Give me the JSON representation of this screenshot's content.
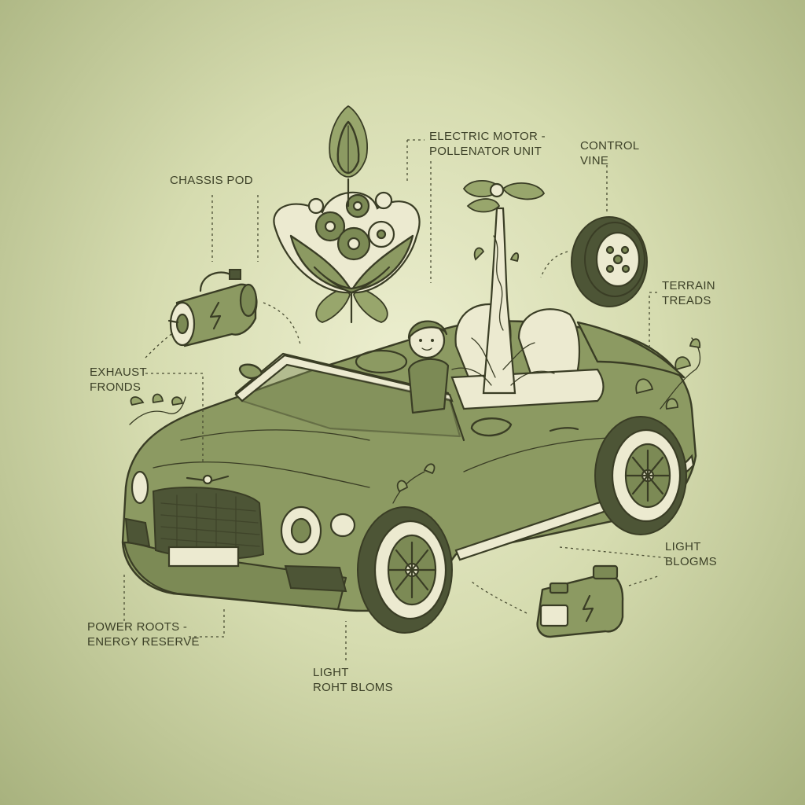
{
  "labels": {
    "chassis_pod": "CHASSIS POD",
    "electric_motor_line1": "ELECTRIC MOTOR -",
    "electric_motor_line2": "POLLENATOR UNIT",
    "control_vine_line1": "CONTROL",
    "control_vine_line2": "VINE",
    "terrain_treads_line1": "TERRAIN",
    "terrain_treads_line2": "TREADS",
    "exhaust_fronds_line1": "EXHAUST",
    "exhaust_fronds_line2": "FRONDS",
    "light_blooms_line1": "LIGHT",
    "light_blooms_line2": "BLOGMS",
    "power_roots_line1": "POWER ROOTS -",
    "power_roots_line2": "ENERGY RESERVE",
    "light_roht_line1": "LIGHT",
    "light_roht_line2": "ROHT BLOMS"
  },
  "colors": {
    "background": "#d6dcb0",
    "car_body": "#8c9a62",
    "ink": "#3a3d25",
    "cream": "#ecead0"
  },
  "icons": {
    "motor": "battery-motor-icon",
    "battery": "battery-icon",
    "flower": "gear-flower-icon",
    "wheel": "wheel-icon"
  }
}
